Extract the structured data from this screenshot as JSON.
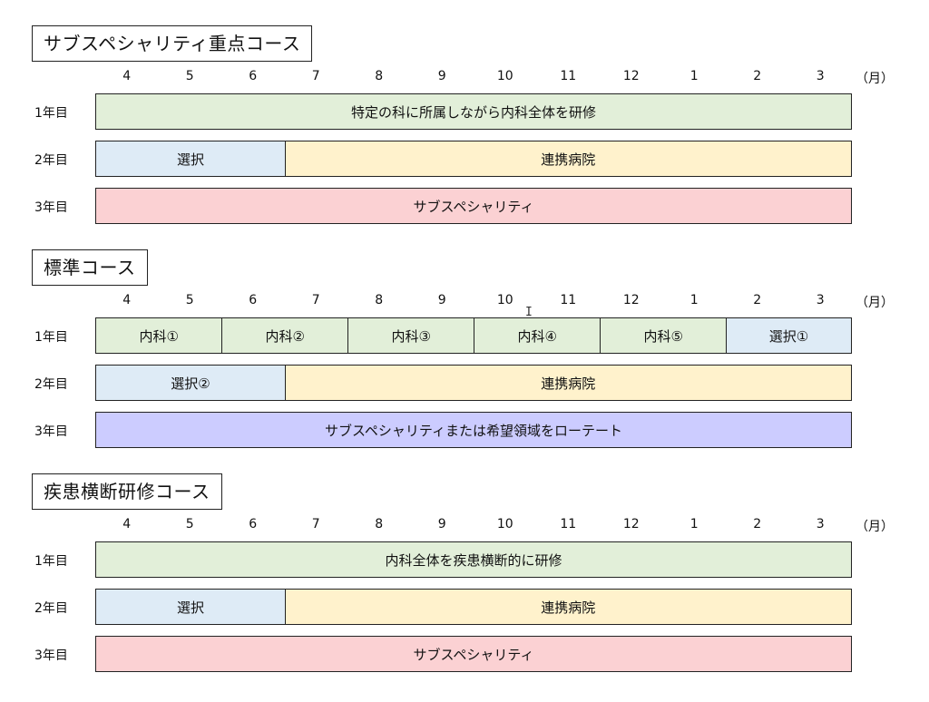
{
  "months": [
    "4",
    "5",
    "6",
    "7",
    "8",
    "9",
    "10",
    "11",
    "12",
    "1",
    "2",
    "3"
  ],
  "month_unit": "（月）",
  "courses": [
    {
      "title": "サブスペシャリティ重点コース",
      "rows": [
        {
          "label": "1年目",
          "segments": [
            {
              "text": "特定の科に所属しながら内科全体を研修",
              "color": "green",
              "months": 12
            }
          ]
        },
        {
          "label": "2年目",
          "segments": [
            {
              "text": "選択",
              "color": "blue",
              "months": 3
            },
            {
              "text": "連携病院",
              "color": "yellow",
              "months": 9
            }
          ]
        },
        {
          "label": "3年目",
          "segments": [
            {
              "text": "サブスペシャリティ",
              "color": "pink",
              "months": 12
            }
          ]
        }
      ]
    },
    {
      "title": "標準コース",
      "rows": [
        {
          "label": "1年目",
          "segments": [
            {
              "text": "内科①",
              "color": "green",
              "months": 2
            },
            {
              "text": "内科②",
              "color": "green",
              "months": 2
            },
            {
              "text": "内科③",
              "color": "green",
              "months": 2
            },
            {
              "text": "内科④",
              "color": "green",
              "months": 2
            },
            {
              "text": "内科⑤",
              "color": "green",
              "months": 2
            },
            {
              "text": "選択①",
              "color": "blue",
              "months": 2
            }
          ]
        },
        {
          "label": "2年目",
          "segments": [
            {
              "text": "選択②",
              "color": "blue",
              "months": 3
            },
            {
              "text": "連携病院",
              "color": "yellow",
              "months": 9
            }
          ]
        },
        {
          "label": "3年目",
          "segments": [
            {
              "text": "サブスペシャリティまたは希望領域をローテート",
              "color": "purple",
              "months": 12
            }
          ]
        }
      ]
    },
    {
      "title": "疾患横断研修コース",
      "rows": [
        {
          "label": "1年目",
          "segments": [
            {
              "text": "内科全体を疾患横断的に研修",
              "color": "green",
              "months": 12
            }
          ]
        },
        {
          "label": "2年目",
          "segments": [
            {
              "text": "選択",
              "color": "blue",
              "months": 3
            },
            {
              "text": "連携病院",
              "color": "yellow",
              "months": 9
            }
          ]
        },
        {
          "label": "3年目",
          "segments": [
            {
              "text": "サブスペシャリティ",
              "color": "pink",
              "months": 12
            }
          ]
        }
      ]
    }
  ]
}
